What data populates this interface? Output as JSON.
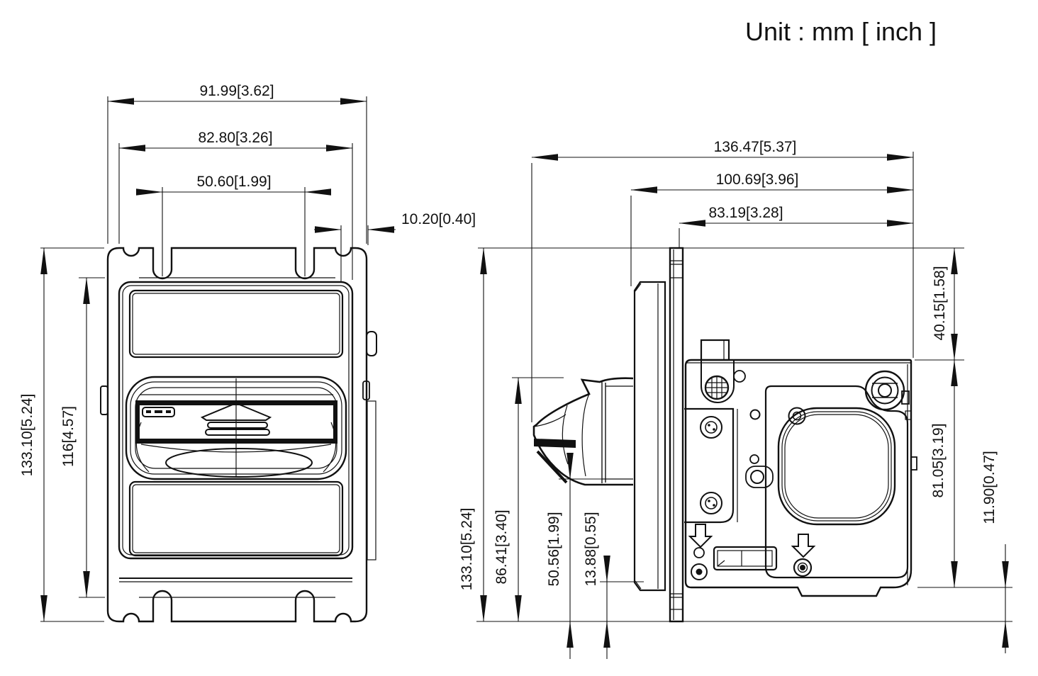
{
  "title": "Unit : mm [ inch ]",
  "front_view": {
    "dimensions": {
      "overall_width": "91.99[3.62]",
      "bezel_width": "82.80[3.26]",
      "slot_span": "50.60[1.99]",
      "side_offset": "10.20[0.40]",
      "overall_height": "133.10[5.24]",
      "cutout_height": "116[4.57]"
    }
  },
  "side_view": {
    "dimensions": {
      "overall_depth": "136.47[5.37]",
      "body_depth": "100.69[3.96]",
      "rear_depth": "83.19[3.28]",
      "overall_height": "133.10[5.24]",
      "mouth_top_height": "86.41[3.40]",
      "mouth_bottom_height": "50.56[1.99]",
      "latch_height": "13.88[0.55]",
      "top_section": "40.15[1.58]",
      "body_section": "81.05[3.19]",
      "bottom_section": "11.90[0.47]"
    }
  },
  "colors": {
    "line": "#000000",
    "background": "#ffffff"
  }
}
